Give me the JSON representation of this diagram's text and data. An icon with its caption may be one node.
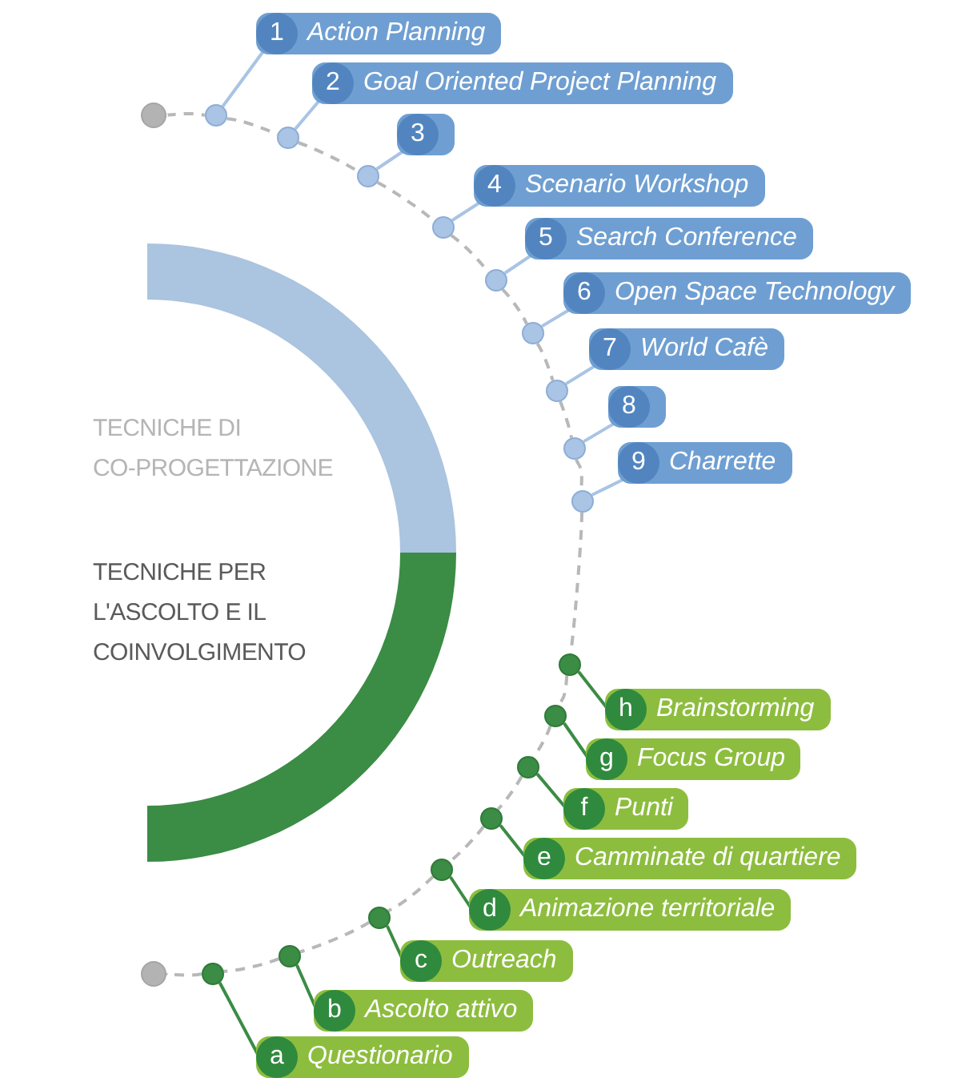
{
  "diagram": {
    "nodes": [
      {
        "text": [
          "TECNICHE DI CO-PROGETTAZIONE"
        ]
      },
      {
        "text": [
          "TECNICHE PER L'ASCOLTO E IL COINVOLGIMENTO"
        ]
      },
      {
        "text": [],
        "shape": "circle"
      },
      {
        "text": [
          "1",
          "Action Planning"
        ]
      },
      {
        "text": [],
        "shape": "circle"
      },
      {
        "text": [
          "2",
          "Goal Oriented Project Planning"
        ]
      },
      {
        "text": [],
        "shape": "circle"
      },
      {
        "text": [
          "3"
        ]
      },
      {
        "text": [],
        "shape": "circle"
      },
      {
        "text": [
          "4",
          "Scenario Workshop"
        ]
      },
      {
        "text": [],
        "shape": "circle"
      },
      {
        "text": [
          "5",
          "Search Conference"
        ]
      },
      {
        "text": [],
        "shape": "circle"
      },
      {
        "text": [
          "6",
          "Open Space Technology"
        ]
      },
      {
        "text": [],
        "shape": "circle"
      },
      {
        "text": [
          "7",
          "World Cafè"
        ]
      },
      {
        "text": [],
        "shape": "circle"
      },
      {
        "text": [
          "8"
        ]
      },
      {
        "text": [],
        "shape": "circle"
      },
      {
        "text": [
          "9",
          "Charrette"
        ]
      },
      {
        "text": [],
        "shape": "circle"
      },
      {
        "text": [
          "h",
          "Brainstorming"
        ]
      },
      {
        "text": [],
        "shape": "circle"
      },
      {
        "text": [
          "g",
          "Focus Group"
        ]
      },
      {
        "text": [],
        "shape": "circle"
      },
      {
        "text": [
          "f",
          "Punti"
        ]
      },
      {
        "text": [],
        "shape": "circle"
      },
      {
        "text": [
          "e",
          "Camminate di quartiere"
        ]
      },
      {
        "text": [],
        "shape": "circle"
      },
      {
        "text": [
          "d",
          "Animazione territoriale"
        ]
      },
      {
        "text": [],
        "shape": "circle"
      },
      {
        "text": [
          "c",
          "Outreach"
        ]
      },
      {
        "text": [],
        "shape": "circle"
      },
      {
        "text": [
          "b",
          "Ascolto attivo"
        ]
      },
      {
        "text": [],
        "shape": "circle"
      },
      {
        "text": [
          "a",
          "Questionario"
        ]
      },
      {
        "text": [],
        "shape": "circle"
      },
      {
        "text": [],
        "shape": "circle"
      }
    ],
    "edges": [
      {
        "from": 3,
        "to": 4,
        "arrow": "none",
        "color": "#a9c4e4"
      },
      {
        "from": 5,
        "to": 6,
        "arrow": "none",
        "color": "#a9c4e4"
      },
      {
        "from": 7,
        "to": 8,
        "arrow": "none",
        "color": "#a9c4e4"
      },
      {
        "from": 9,
        "to": 10,
        "arrow": "none",
        "color": "#a9c4e4"
      },
      {
        "from": 11,
        "to": 12,
        "arrow": "none",
        "color": "#a9c4e4"
      },
      {
        "from": 13,
        "to": 14,
        "arrow": "none",
        "color": "#a9c4e4"
      },
      {
        "from": 15,
        "to": 16,
        "arrow": "none",
        "color": "#a9c4e4"
      },
      {
        "from": 17,
        "to": 18,
        "arrow": "none",
        "color": "#a9c4e4"
      },
      {
        "from": 19,
        "to": 20,
        "arrow": "none",
        "color": "#a9c4e4"
      },
      {
        "from": 21,
        "to": 22,
        "arrow": "none",
        "color": "#3b8c45"
      },
      {
        "from": 23,
        "to": 24,
        "arrow": "none",
        "color": "#3b8c45"
      },
      {
        "from": 25,
        "to": 26,
        "arrow": "none",
        "color": "#3b8c45"
      },
      {
        "from": 27,
        "to": 28,
        "arrow": "none",
        "color": "#3b8c45"
      },
      {
        "from": 29,
        "to": 30,
        "arrow": "none",
        "color": "#3b8c45"
      },
      {
        "from": 31,
        "to": 32,
        "arrow": "none",
        "color": "#3b8c45"
      },
      {
        "from": 33,
        "to": 34,
        "arrow": "none",
        "color": "#3b8c45"
      },
      {
        "from": 35,
        "to": 36,
        "arrow": "none",
        "color": "#3b8c45"
      },
      {
        "from": 2,
        "to": 4,
        "arrow": "none",
        "style": "dashed",
        "color": "#b8b8b8"
      },
      {
        "from": 4,
        "to": 6,
        "arrow": "none",
        "style": "dashed",
        "color": "#b8b8b8"
      },
      {
        "from": 6,
        "to": 8,
        "arrow": "none",
        "style": "dashed",
        "color": "#b8b8b8"
      },
      {
        "from": 8,
        "to": 10,
        "arrow": "none",
        "style": "dashed",
        "color": "#b8b8b8"
      },
      {
        "from": 10,
        "to": 12,
        "arrow": "none",
        "style": "dashed",
        "color": "#b8b8b8"
      },
      {
        "from": 12,
        "to": 14,
        "arrow": "none",
        "style": "dashed",
        "color": "#b8b8b8"
      },
      {
        "from": 14,
        "to": 16,
        "arrow": "none",
        "style": "dashed",
        "color": "#b8b8b8"
      },
      {
        "from": 16,
        "to": 18,
        "arrow": "none",
        "style": "dashed",
        "color": "#b8b8b8"
      },
      {
        "from": 18,
        "to": 20,
        "arrow": "none",
        "style": "dashed",
        "color": "#b8b8b8"
      },
      {
        "from": 20,
        "to": 22,
        "arrow": "none",
        "style": "dashed",
        "color": "#b8b8b8"
      },
      {
        "from": 22,
        "to": 24,
        "arrow": "none",
        "style": "dashed",
        "color": "#b8b8b8"
      },
      {
        "from": 24,
        "to": 26,
        "arrow": "none",
        "style": "dashed",
        "color": "#b8b8b8"
      },
      {
        "from": 26,
        "to": 28,
        "arrow": "none",
        "style": "dashed",
        "color": "#b8b8b8"
      },
      {
        "from": 28,
        "to": 30,
        "arrow": "none",
        "style": "dashed",
        "color": "#b8b8b8"
      },
      {
        "from": 30,
        "to": 32,
        "arrow": "none",
        "style": "dashed",
        "color": "#b8b8b8"
      },
      {
        "from": 32,
        "to": 34,
        "arrow": "none",
        "style": "dashed",
        "color": "#b8b8b8"
      },
      {
        "from": 34,
        "to": 36,
        "arrow": "none",
        "style": "dashed",
        "color": "#b8b8b8"
      },
      {
        "from": 36,
        "to": 37,
        "arrow": "none",
        "style": "dashed",
        "color": "#b8b8b8"
      }
    ]
  }
}
